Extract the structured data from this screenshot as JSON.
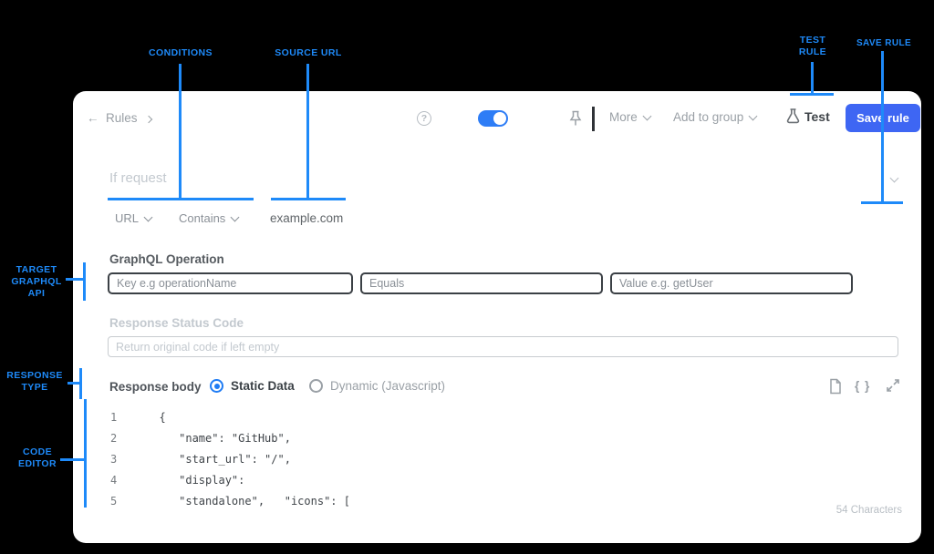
{
  "colors": {
    "annotation_blue": "#1e8af9",
    "save_button_blue": "#3e66f3",
    "toggle_blue": "#2e7df6",
    "radio_blue": "#1f7cf4",
    "background": "#000000",
    "card": "#ffffff"
  },
  "annotations": {
    "conditions": "CONDITIONS",
    "source_url": "SOURCE URL",
    "test_rule": "TEST RULE",
    "save_rule": "SAVE RULE",
    "target_graphql_api": "TARGET GRAPHQL API",
    "response_type": "RESPONSE TYPE",
    "code_editor": "CODE EDITOR"
  },
  "toolbar": {
    "back_icon": "←",
    "breadcrumb": "Rules",
    "help_icon": "?",
    "more_label": "More",
    "add_to_group_label": "Add to group",
    "test_label": "Test",
    "save_label": "Save rule"
  },
  "request_section": {
    "title": "If request",
    "url_dropdown": "URL",
    "operator_dropdown": "Contains",
    "source_value": "example.com"
  },
  "graphql_section": {
    "label": "GraphQL Operation",
    "key_placeholder": "Key e.g operationName",
    "operator_placeholder": "Equals",
    "value_placeholder": "Value e.g. getUser"
  },
  "status_section": {
    "label": "Response Status Code",
    "placeholder": "Return original code if left empty"
  },
  "response_body": {
    "label": "Response body",
    "static_label": "Static Data",
    "dynamic_label": "Dynamic (Javascript)",
    "braces_icon": "{ }"
  },
  "editor": {
    "lines": [
      {
        "num": "1",
        "code": "  {"
      },
      {
        "num": "2",
        "code": "     \"name\": \"GitHub\","
      },
      {
        "num": "3",
        "code": "     \"start_url\": \"/\","
      },
      {
        "num": "4",
        "code": "     \"display\":"
      },
      {
        "num": "5",
        "code": "     \"standalone\",   \"icons\": ["
      }
    ],
    "char_count": "54 Characters"
  }
}
